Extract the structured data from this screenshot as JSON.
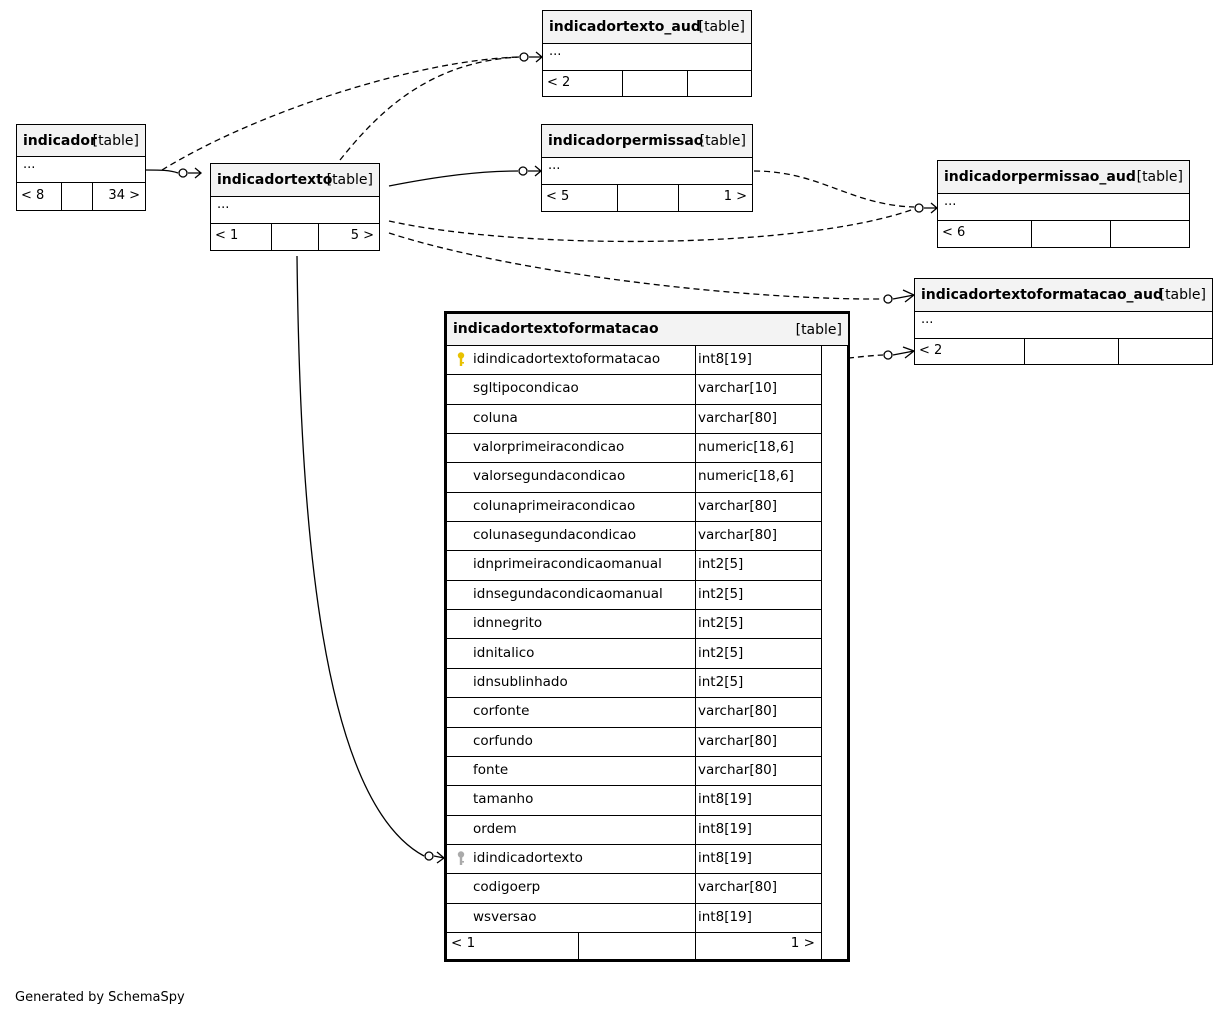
{
  "tables": {
    "indicador": {
      "name": "indicador",
      "kind": "[table]",
      "body": "...",
      "parents": "< 8",
      "children": "34 >"
    },
    "indicadortexto": {
      "name": "indicadortexto",
      "kind": "[table]",
      "body": "...",
      "parents": "< 1",
      "children": "5 >"
    },
    "indicadortexto_aud": {
      "name": "indicadortexto_aud",
      "kind": "[table]",
      "body": "...",
      "parents": "< 2"
    },
    "indicadorpermissao": {
      "name": "indicadorpermissao",
      "kind": "[table]",
      "body": "...",
      "parents": "< 5",
      "children": "1 >"
    },
    "indicadorpermissao_aud": {
      "name": "indicadorpermissao_aud",
      "kind": "[table]",
      "body": "...",
      "parents": "< 6"
    },
    "indicadortextoformatacao_aud": {
      "name": "indicadortextoformatacao_aud",
      "kind": "[table]",
      "body": "...",
      "parents": "< 2"
    }
  },
  "focus_table": {
    "name": "indicadortextoformatacao",
    "kind": "[table]",
    "parents": "< 1",
    "children": "1 >",
    "columns": [
      {
        "name": "idindicadortextoformatacao",
        "type": "int8[19]",
        "key": "primary"
      },
      {
        "name": "sgltipocondicao",
        "type": "varchar[10]"
      },
      {
        "name": "coluna",
        "type": "varchar[80]"
      },
      {
        "name": "valorprimeiracondicao",
        "type": "numeric[18,6]"
      },
      {
        "name": "valorsegundacondicao",
        "type": "numeric[18,6]"
      },
      {
        "name": "colunaprimeiracondicao",
        "type": "varchar[80]"
      },
      {
        "name": "colunasegundacondicao",
        "type": "varchar[80]"
      },
      {
        "name": "idnprimeiracondicaomanual",
        "type": "int2[5]"
      },
      {
        "name": "idnsegundacondicaomanual",
        "type": "int2[5]"
      },
      {
        "name": "idnnegrito",
        "type": "int2[5]"
      },
      {
        "name": "idnitalico",
        "type": "int2[5]"
      },
      {
        "name": "idnsublinhado",
        "type": "int2[5]"
      },
      {
        "name": "corfonte",
        "type": "varchar[80]"
      },
      {
        "name": "corfundo",
        "type": "varchar[80]"
      },
      {
        "name": "fonte",
        "type": "varchar[80]"
      },
      {
        "name": "tamanho",
        "type": "int8[19]"
      },
      {
        "name": "ordem",
        "type": "int8[19]"
      },
      {
        "name": "idindicadortexto",
        "type": "int8[19]",
        "key": "foreign"
      },
      {
        "name": "codigoerp",
        "type": "varchar[80]"
      },
      {
        "name": "wsversao",
        "type": "int8[19]"
      }
    ]
  },
  "colors": {
    "primary_key": "#e8c100",
    "foreign_key": "#aaaaaa",
    "header_bg": "#f3f3f3"
  },
  "footer": {
    "text": "Generated by SchemaSpy"
  }
}
